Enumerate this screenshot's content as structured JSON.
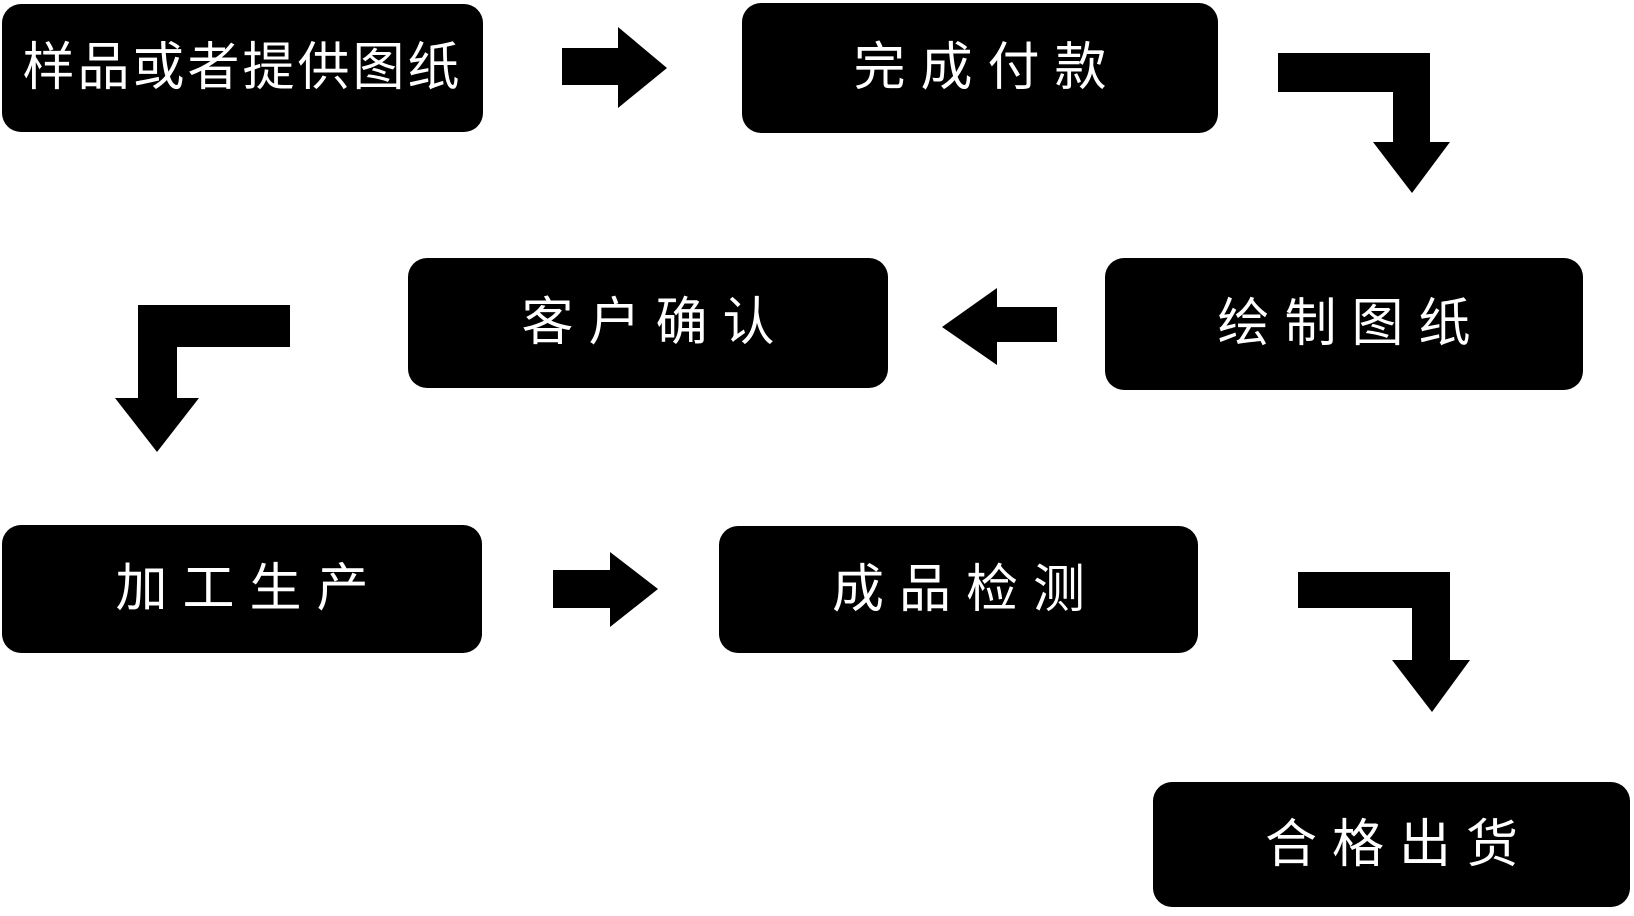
{
  "flowchart": {
    "title": "production-process-flowchart",
    "background_color": "#ffffff",
    "node_color": "#000000",
    "node_text_color": "#ffffff",
    "steps": [
      {
        "order": 1,
        "label": "样品或者提供图纸"
      },
      {
        "order": 2,
        "label": "完成付款"
      },
      {
        "order": 3,
        "label": "绘制图纸"
      },
      {
        "order": 4,
        "label": "客户确认"
      },
      {
        "order": 5,
        "label": "加工生产"
      },
      {
        "order": 6,
        "label": "成品检测"
      },
      {
        "order": 7,
        "label": "合格出货"
      }
    ],
    "connections": [
      {
        "from": "样品或者提供图纸",
        "to": "完成付款",
        "arrow": "right"
      },
      {
        "from": "完成付款",
        "to": "绘制图纸",
        "arrow": "elbow-right-then-down"
      },
      {
        "from": "绘制图纸",
        "to": "客户确认",
        "arrow": "left"
      },
      {
        "from": "客户确认",
        "to": "加工生产",
        "arrow": "elbow-left-then-down"
      },
      {
        "from": "加工生产",
        "to": "成品检测",
        "arrow": "right"
      },
      {
        "from": "成品检测",
        "to": "合格出货",
        "arrow": "elbow-right-then-down"
      }
    ]
  }
}
